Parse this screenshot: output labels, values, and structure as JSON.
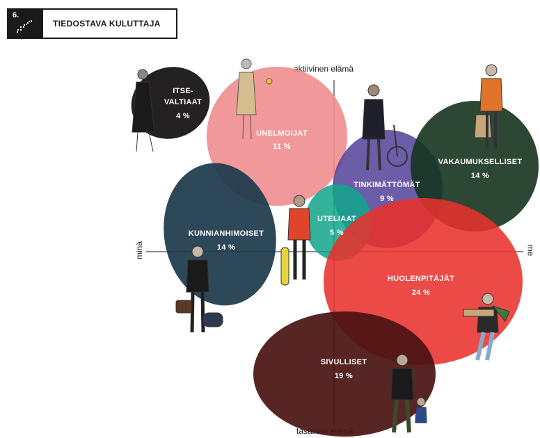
{
  "header": {
    "number": "6.",
    "title": "TIEDOSTAVA KULUTTAJA",
    "icon": "stairs-icon"
  },
  "axes": {
    "top": "aktiivinen elämä",
    "bottom": "tasainen elämä",
    "left": "minä",
    "right": "me"
  },
  "segments": [
    {
      "id": "itse-valtiaat",
      "lines": [
        "ITSE-",
        "VALTIAAT"
      ],
      "value": "4 %",
      "color": "#171515"
    },
    {
      "id": "unelmoijat",
      "lines": [
        "UNELMOIJAT"
      ],
      "value": "11 %",
      "color": "#ef8a8c"
    },
    {
      "id": "tinkimattomat",
      "lines": [
        "TINKIMÄTTÖMÄT"
      ],
      "value": "9 %",
      "color": "#57479c"
    },
    {
      "id": "vakaumukselliset",
      "lines": [
        "VAKAUMUKSELLISET"
      ],
      "value": "14 %",
      "color": "#15341f"
    },
    {
      "id": "uteliaat",
      "lines": [
        "UTELIAAT"
      ],
      "value": "5 %",
      "color": "#12a58a"
    },
    {
      "id": "kunnianhimoiset",
      "lines": [
        "KUNNIANHIMOISET"
      ],
      "value": "14 %",
      "color": "#1d3a4c"
    },
    {
      "id": "huolenpitajat",
      "lines": [
        "HUOLENPITÄJÄT"
      ],
      "value": "24 %",
      "color": "#e8312c"
    },
    {
      "id": "sivulliset",
      "lines": [
        "SIVULLISET"
      ],
      "value": "19 %",
      "color": "#4a1212"
    }
  ]
}
